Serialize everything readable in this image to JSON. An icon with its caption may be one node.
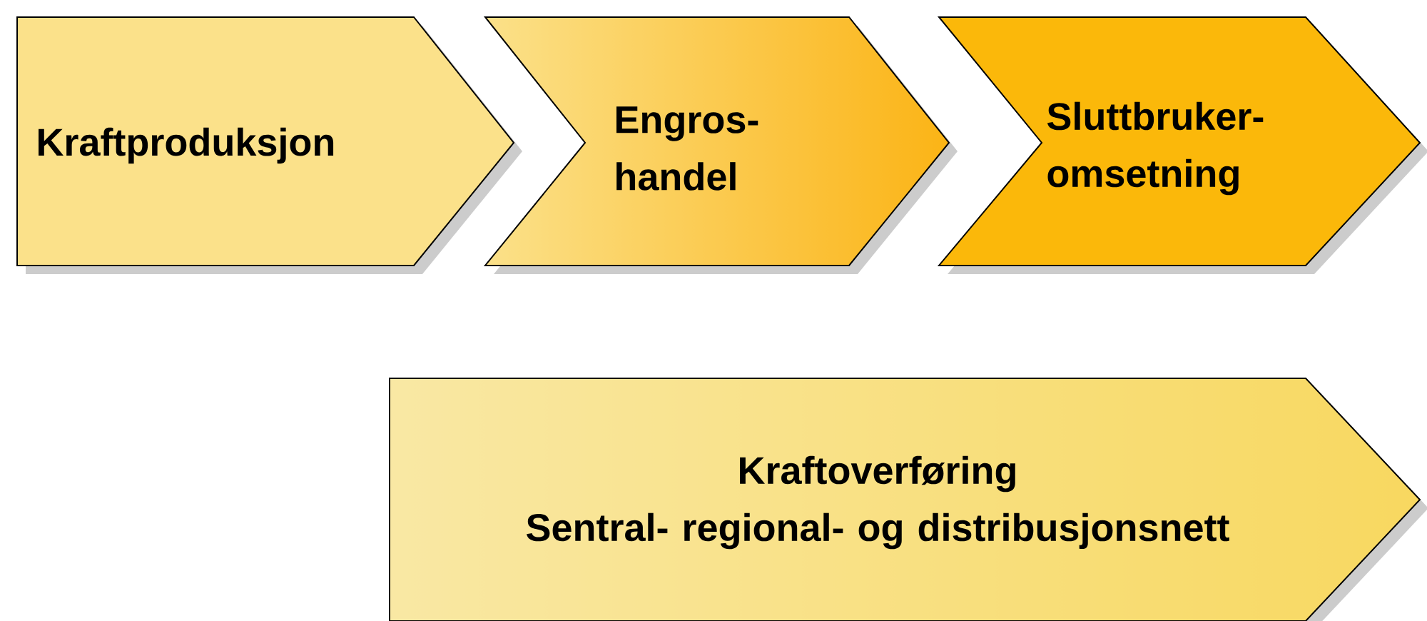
{
  "diagram": {
    "nodes": [
      {
        "text": [
          "Kraftproduksjon"
        ]
      },
      {
        "text": [
          "Engros- handel"
        ]
      },
      {
        "text": [
          "Sluttbruker- omsetning"
        ]
      },
      {
        "text": [
          "Kraftoverføring",
          "Sentral- regional- og distribusjonsnett"
        ]
      }
    ]
  }
}
